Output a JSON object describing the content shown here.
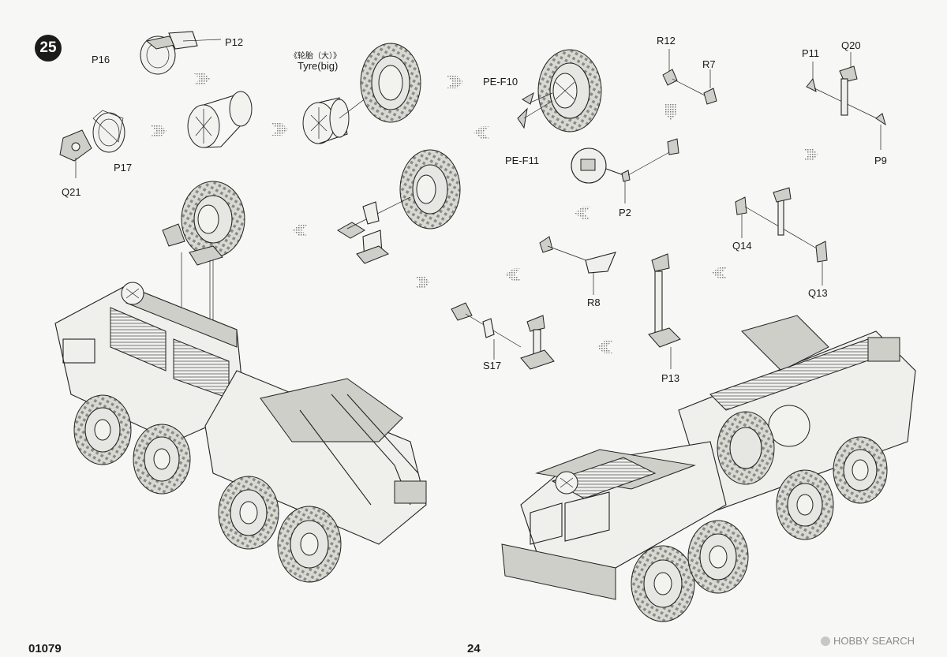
{
  "step_number": "25",
  "kit_number": "01079",
  "page_number": "24",
  "tyre_caption_cn": "《轮胎（大）》",
  "tyre_caption_en": "Tyre(big)",
  "watermark": "HOBBY SEARCH",
  "parts": {
    "p12": "P12",
    "p16": "P16",
    "p17": "P17",
    "q21": "Q21",
    "pe_f10": "PE-F10",
    "pe_f11": "PE-F11",
    "r12": "R12",
    "r7": "R7",
    "p11": "P11",
    "q20": "Q20",
    "p9": "P9",
    "p2": "P2",
    "q14": "Q14",
    "q13": "Q13",
    "r8": "R8",
    "s17": "S17",
    "p13": "P13"
  }
}
